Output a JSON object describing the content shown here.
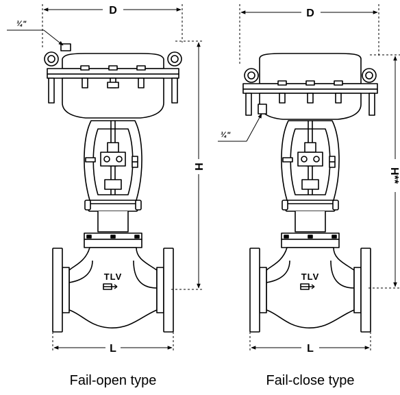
{
  "left": {
    "caption": "Fail-open type",
    "dim_d": "D",
    "dim_h": "H",
    "dim_l": "L",
    "port_size": "¼\"",
    "logo": "TLV"
  },
  "right": {
    "caption": "Fail-close type",
    "dim_d": "D",
    "dim_h": "H**",
    "dim_l": "L",
    "port_size": "¼\"",
    "logo": "TLV"
  },
  "colors": {
    "line": "#000000",
    "background": "#ffffff"
  }
}
